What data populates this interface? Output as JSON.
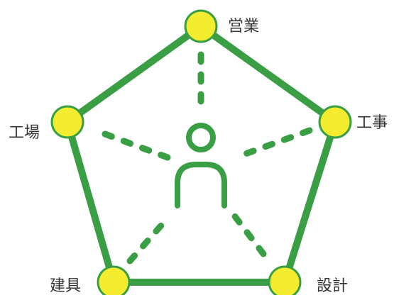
{
  "diagram": {
    "nodes": [
      {
        "label": "営業"
      },
      {
        "label": "工事"
      },
      {
        "label": "設計"
      },
      {
        "label": "建具"
      },
      {
        "label": "工場"
      }
    ],
    "center_icon": "person-icon",
    "colors": {
      "line": "#3a9e45",
      "node_fill": "#f4ec2e",
      "label": "#333333"
    }
  }
}
